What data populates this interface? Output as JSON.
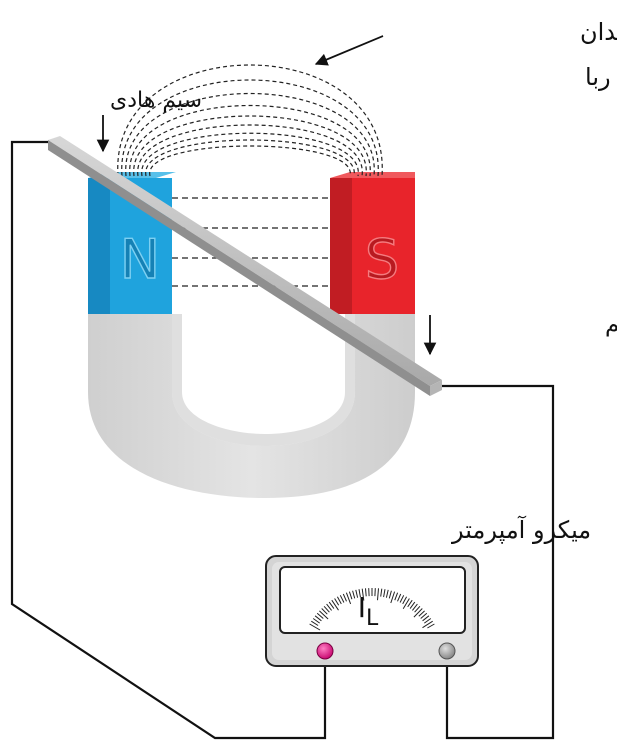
{
  "labels": {
    "field_lines_line1": "خطوط میدان",
    "field_lines_line2": "مغناطیسی آهن ربا",
    "wire": "سیم هادی",
    "motion": "جهت حرکت سیم",
    "meter": "میکرو آمپرمتر",
    "current_main": "I",
    "current_sub": "L"
  },
  "magnet": {
    "north_letter": "N",
    "south_letter": "S",
    "colors": {
      "north": "#1fa3dd",
      "north_side": "#1581b5",
      "south": "#e8242b",
      "south_side": "#b81a20",
      "body": "#dadada",
      "body_shade": "#c4c4c4"
    }
  },
  "meter": {
    "terminal_left_color": "#e6007e",
    "terminal_right_color": "#9a9a9a"
  },
  "colors": {
    "wire_line": "#111111",
    "field_line": "#222222"
  }
}
